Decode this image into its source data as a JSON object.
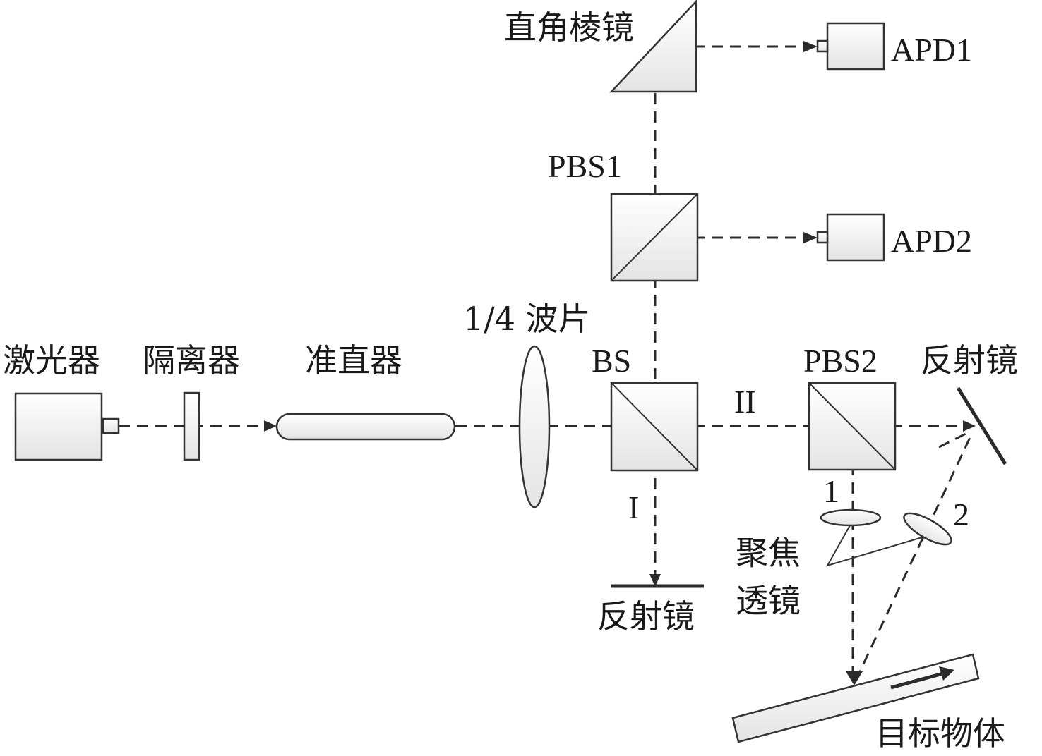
{
  "title": "激光干涉测量光路示意图",
  "labels": {
    "laser": "激光器",
    "isolator": "隔离器",
    "collimator": "准直器",
    "quarter_wave_plate": "1/4 波片",
    "bs": "BS",
    "pbs1": "PBS1",
    "pbs2": "PBS2",
    "right_angle_prism": "直角棱镜",
    "apd1": "APD1",
    "apd2": "APD2",
    "mirror_bottom": "反射镜",
    "mirror_right": "反射镜",
    "beam_I": "I",
    "beam_II": "II",
    "lens_1": "1",
    "lens_2": "2",
    "focus_lens_line1": "聚焦",
    "focus_lens_line2": "透镜",
    "target": "目标物体"
  },
  "colors": {
    "stroke": "#333333",
    "fill_top": "#ffffff",
    "fill_bottom": "#e6e6e6",
    "text": "#1a1a1a"
  }
}
